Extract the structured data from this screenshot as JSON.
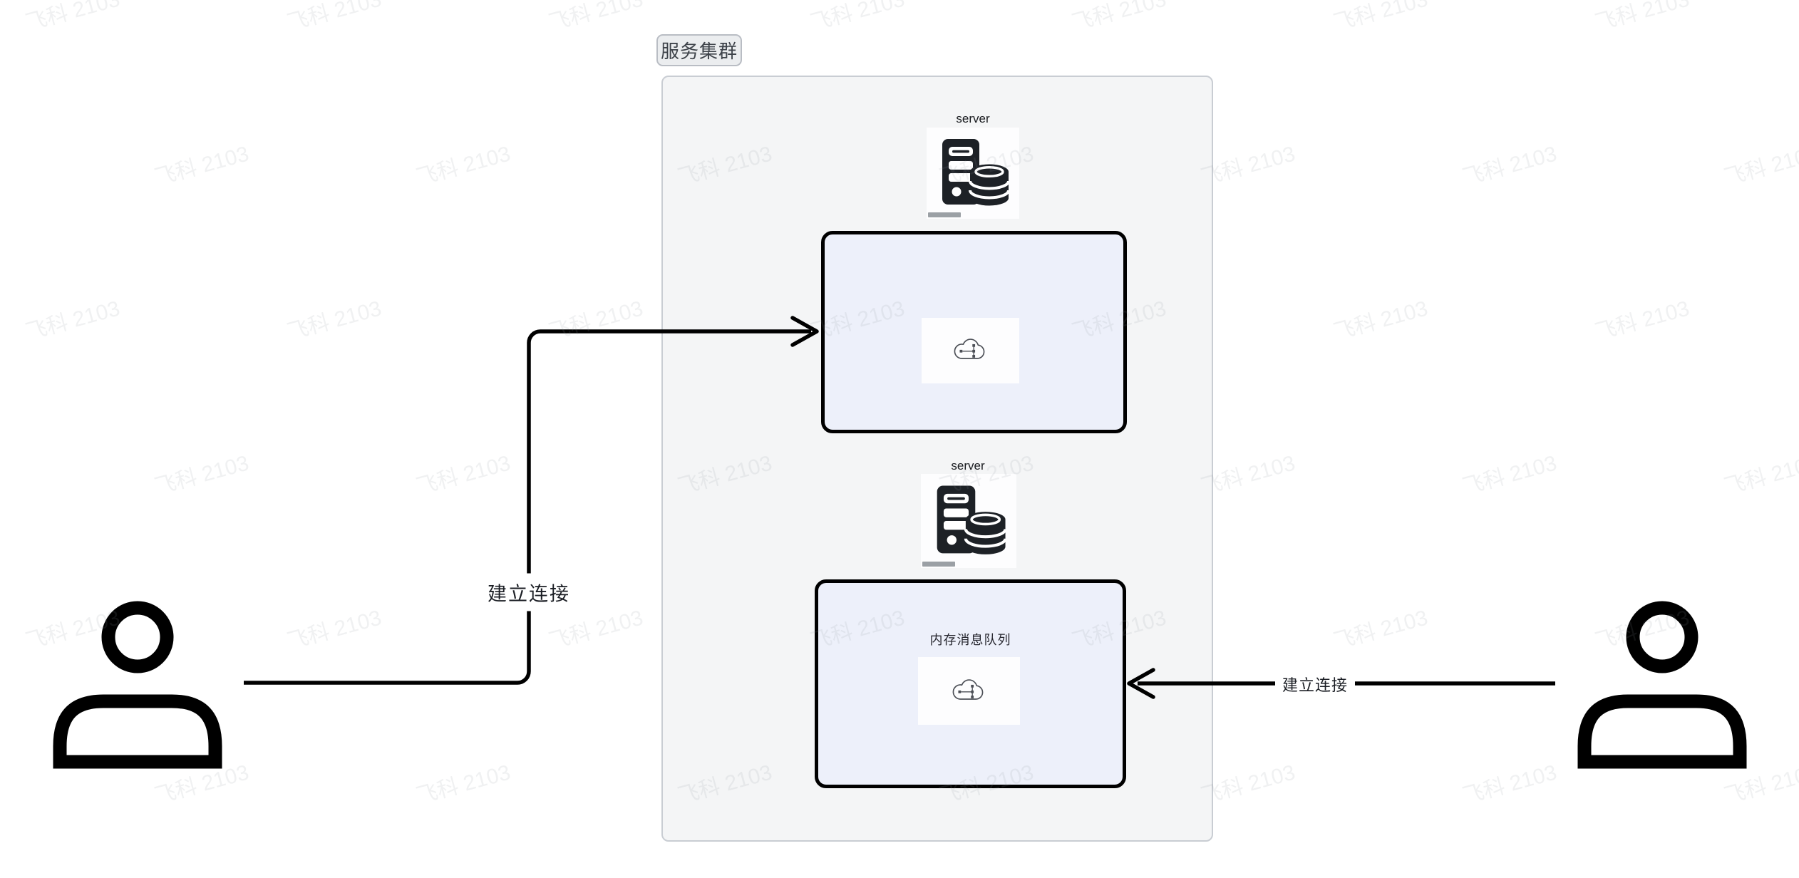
{
  "colors": {
    "canvas_bg": "#ffffff",
    "cluster_fill": "#f4f5f6",
    "cluster_border": "#c9cdd3",
    "badge_fill": "#ebedef",
    "badge_border": "#b9bdc4",
    "node_fill": "#edf0fa",
    "node_border": "#000000",
    "connector": "#000000",
    "icon_panel_bg": "#fdfdfe"
  },
  "cluster": {
    "label": "服务集群"
  },
  "nodes": {
    "server_top": {
      "label": "server",
      "icon": "server-database-icon"
    },
    "server_bottom": {
      "label": "server",
      "icon": "server-database-icon"
    },
    "client_box_top": {
      "label": "",
      "icon": "cloud-network-icon"
    },
    "queue_box": {
      "label": "内存消息队列",
      "icon": "cloud-network-icon"
    }
  },
  "actors": {
    "left": {
      "icon": "user-icon"
    },
    "right": {
      "icon": "user-icon"
    }
  },
  "edges": {
    "left": {
      "label": "建立连接"
    },
    "right": {
      "label": "建立连接"
    }
  },
  "watermark": {
    "text": "飞科 2103",
    "color": "rgba(140,143,155,0.13)"
  }
}
